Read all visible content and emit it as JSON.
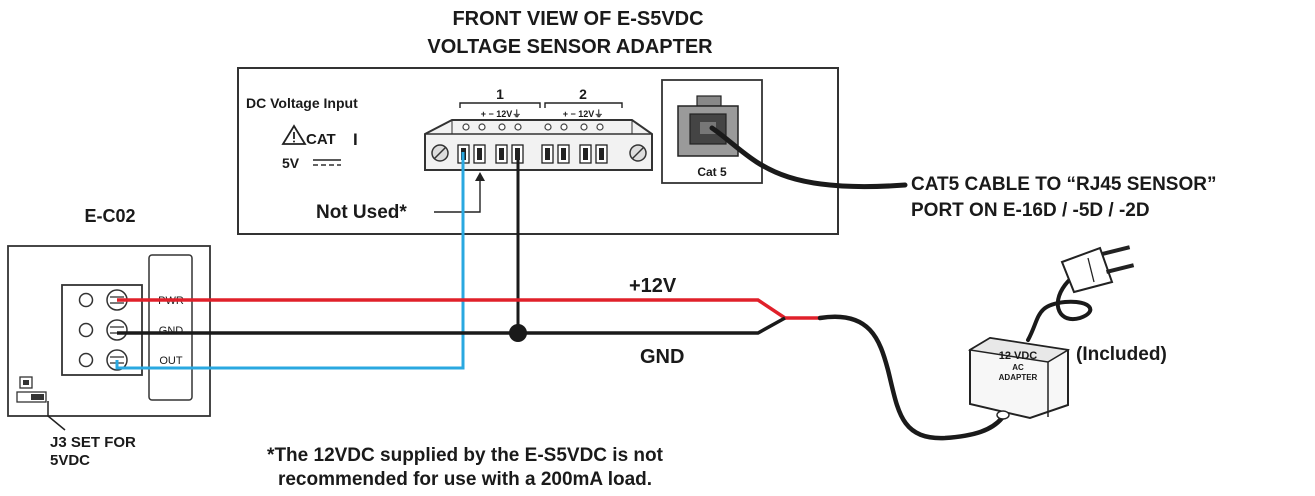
{
  "title": {
    "line1": "FRONT VIEW OF E-S5VDC",
    "line2": "VOLTAGE SENSOR ADAPTER"
  },
  "adapter": {
    "input_label": "DC Voltage Input",
    "cat_label": "CAT",
    "cat_roman": "I",
    "voltage_label": "5V",
    "terminal_group_1": "1",
    "terminal_group_2": "2",
    "pin_labels_1": "+  −  12V⏚",
    "pin_labels_2": "+  −  12V⏚",
    "port_label": "Cat 5"
  },
  "not_used_label": "Not Used*",
  "cat5_cable_label": {
    "line1": "CAT5 CABLE TO “RJ45 SENSOR”",
    "line2": "PORT ON E-16D / -5D / -2D"
  },
  "ec02": {
    "title": "E-C02",
    "terminal_labels": [
      "PWR",
      "GND",
      "OUT"
    ],
    "jumper_note_line1": "J3 SET FOR",
    "jumper_note_line2": "5VDC"
  },
  "wire_labels": {
    "plus12": "+12V",
    "gnd": "GND"
  },
  "power_adapter": {
    "line1": "12 VDC",
    "line2": "AC",
    "line3": "ADAPTER",
    "included": "(Included)"
  },
  "footnote": {
    "line1": "*The 12VDC supplied by the E-S5VDC is not",
    "line2": "recommended for use with a 200mA load."
  },
  "colors": {
    "wire_red": "#e0202a",
    "wire_blue": "#2aa8e0",
    "wire_black": "#1a1a1a"
  }
}
